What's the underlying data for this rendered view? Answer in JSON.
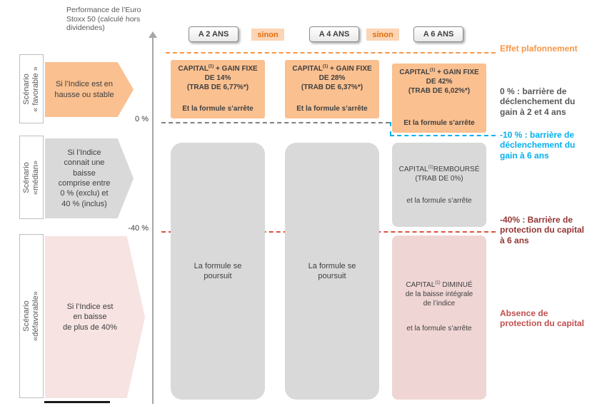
{
  "figure": {
    "axis_title": "Performance de l’Euro\nStoxx 50 (calculé hors\ndividendes)",
    "ticks": {
      "zero": "0 %",
      "minus40": "-40 %"
    }
  },
  "timeline": {
    "y2": "A 2 ANS",
    "y4": "A 4 ANS",
    "y6": "A 6 ANS",
    "connector1": "sinon",
    "connector2": "sinon"
  },
  "scenarios": {
    "favorable": {
      "label": "Scénario\n« favorable »",
      "condition": "Si l’Indice est en\nhausse  ou stable"
    },
    "median": {
      "label": "Scénario\n«médian»",
      "condition": "Si l’Indice\nconnait une\nbaisse\ncomprise entre\n0 % (exclu) et\n40 % (inclus)"
    },
    "defavorable": {
      "label": "Scénario\n«défavorable»",
      "condition": "Si l’Indice est\nen baisse\nde plus de 40%"
    }
  },
  "columns": {
    "y2": {
      "gain": {
        "pre": "CAPITAL",
        "sup": "(1)",
        "post": " + GAIN FIXE\nDE 14%\n(TRAB DE 6,77%*)",
        "footer": "Et la formule s’arrête"
      },
      "continue": "La formule se\npoursuit"
    },
    "y4": {
      "gain": {
        "pre": "CAPITAL",
        "sup": "(1)",
        "post": " + GAIN FIXE\nDE 28%\n(TRAB DE 6,37%*)",
        "footer": "Et la formule s’arrête"
      },
      "continue": "La formule se\npoursuit"
    },
    "y6": {
      "gain": {
        "pre": "CAPITAL",
        "sup": "(1)",
        "post": " + GAIN FIXE\nDE 42%\n(TRAB DE 6,02%*)",
        "footer": "Et la formule s’arrête"
      },
      "redeem": {
        "pre": "CAPITAL",
        "sup": "(1)",
        "post": "REMBOURSÉ\n(TRAB DE 0%)",
        "footer": "et la formule s’arrête"
      },
      "loss": {
        "pre": "CAPITAL",
        "sup": "(1)",
        "post": " DIMINUÉ\nde la  baisse intégrale\nde l’indice",
        "footer": "et la formule s’arrête"
      }
    }
  },
  "annotations": {
    "cap": "Effet plafonnement",
    "barrier0": "0 % : barrière de\ndéclenchement du\ngain à 2 et 4 ans",
    "barrier10": "-10 % : barrière de\ndéclenchement du\ngain à 6 ans",
    "barrier40": "-40% : Barrière de\nprotection  du capital\nà 6 ans",
    "no_protection": "Absence de\nprotection du capital"
  },
  "colors": {
    "orange_box": "#FAC090",
    "orange_accent": "#F79646",
    "sinon_bg": "#FBD5B5",
    "sinon_text": "#E36C0A",
    "gray_box": "#D9D9D9",
    "pink_box": "#EFD5D4",
    "blue_accent": "#00B0F0",
    "dark_red": "#943634",
    "red": "#C0504D",
    "gray_text": "#595959"
  }
}
